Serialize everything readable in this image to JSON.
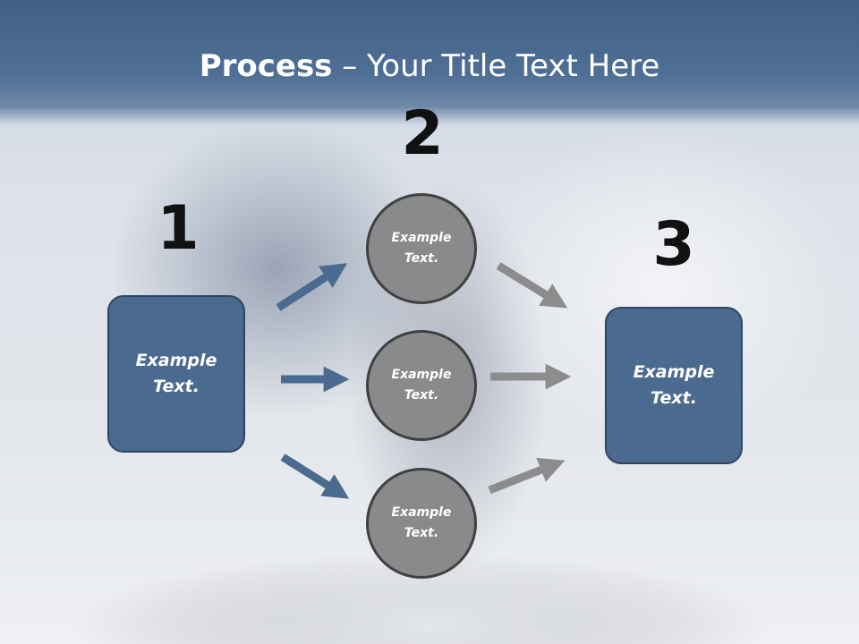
{
  "title": {
    "strong": "Process",
    "rest": " – Your Title Text Here"
  },
  "steps": [
    {
      "number": "1",
      "text": "Example Text."
    },
    {
      "number": "2",
      "circles": [
        "Example Text.",
        "Example Text.",
        "Example Text."
      ]
    },
    {
      "number": "3",
      "text": "Example Text."
    }
  ],
  "colors": {
    "header": "#4f6f95",
    "box_fill": "#4b6a90",
    "circle_fill": "#8a8a8c",
    "arrow_blue": "#4b6a90",
    "arrow_gray": "#8c8c8c"
  }
}
